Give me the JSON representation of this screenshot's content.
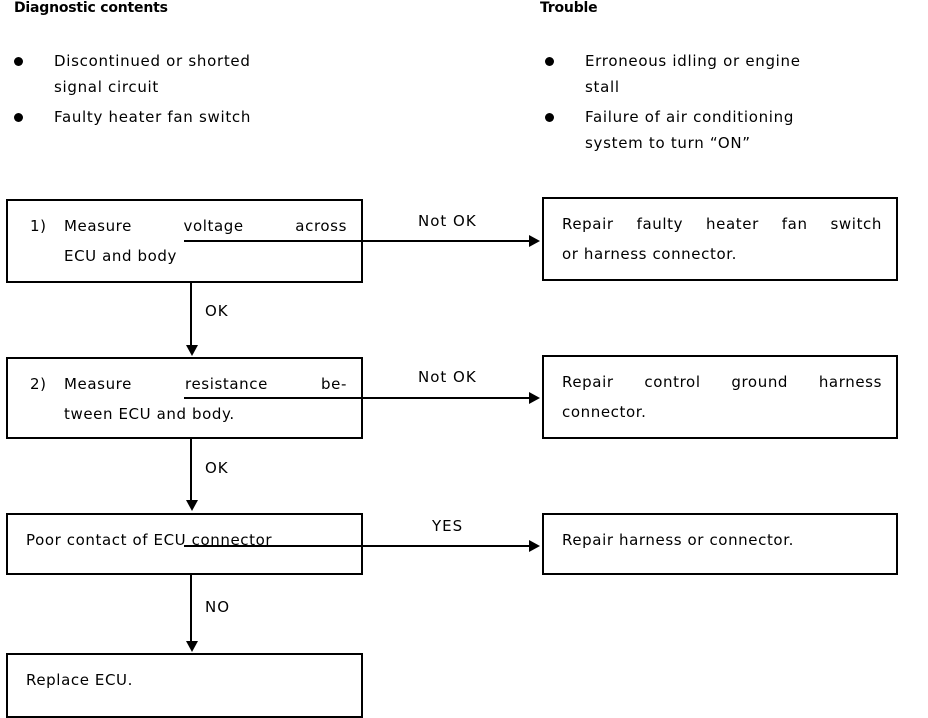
{
  "headers": {
    "diagnostic": "Diagnostic contents",
    "trouble": "Trouble"
  },
  "diagnostic_contents": [
    {
      "line1": "Discontinued or shorted",
      "line2": "signal circuit"
    },
    {
      "line1": "Faulty heater fan switch",
      "line2": ""
    }
  ],
  "trouble_items": [
    {
      "line1": "Erroneous idling or engine",
      "line2": "stall"
    },
    {
      "line1": "Failure of air conditioning",
      "line2": "system to turn “ON”"
    }
  ],
  "steps": [
    {
      "number": "1)",
      "line1": "Measure voltage across",
      "line2": "ECU and body"
    },
    {
      "number": "2)",
      "line1": "Measure resistance be-",
      "line2": "tween ECU and body."
    },
    {
      "number": "",
      "line1": "Poor contact of ECU connector",
      "line2": ""
    },
    {
      "number": "",
      "line1": "Replace ECU.",
      "line2": ""
    }
  ],
  "results": [
    {
      "line1": "Repair faulty heater fan switch",
      "line2": "or harness connector."
    },
    {
      "line1": "Repair control ground harness",
      "line2": "connector."
    },
    {
      "line1": "Repair harness or connector.",
      "line2": ""
    }
  ],
  "branch_labels": {
    "h1": "Not OK",
    "h2": "Not OK",
    "h3": "YES",
    "v1": "OK",
    "v2": "OK",
    "v3": "NO"
  },
  "colors": {
    "ink": "#000000",
    "paper": "#ffffff"
  }
}
